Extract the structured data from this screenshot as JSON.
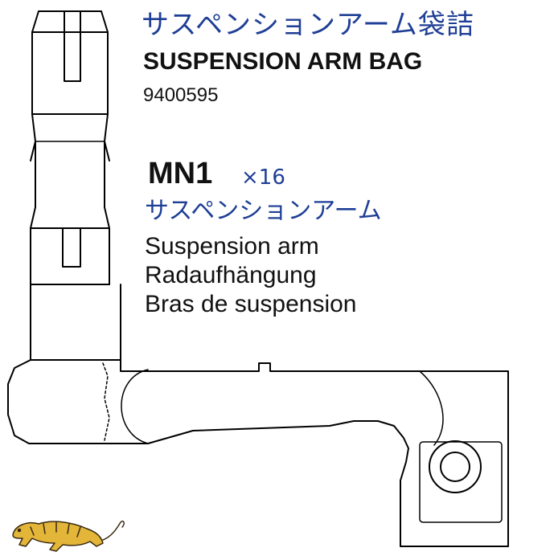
{
  "header": {
    "title_jp": "サスペンションアーム袋詰",
    "title_en": "SUSPENSION ARM BAG",
    "part_code": "9400595"
  },
  "part": {
    "id": "MN1",
    "quantity": "×16",
    "name_jp": "サスペンションアーム",
    "name_en": "Suspension arm",
    "name_de": "Radaufhängung",
    "name_fr": "Bras de suspension"
  },
  "colors": {
    "text_blue": "#1f3f96",
    "text_black": "#111111",
    "logo_fill": "#e3b63a"
  },
  "icons": {
    "drawing": "suspension-arm-line-drawing",
    "logo": "tiger-logo"
  }
}
